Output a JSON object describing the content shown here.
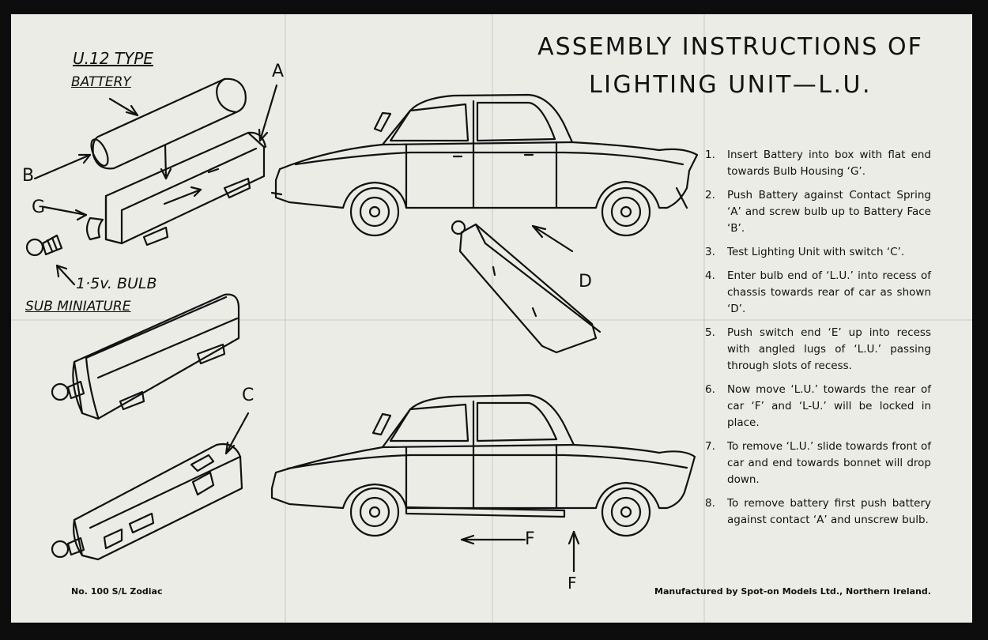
{
  "title_line1": "ASSEMBLY INSTRUCTIONS OF",
  "title_line2": "LIGHTING UNIT—L.U.",
  "labels": {
    "battery_type": "U.12 TYPE",
    "battery": "BATTERY",
    "bulb_voltage": "1·5v. BULB",
    "bulb_type": "SUB MINIATURE",
    "a": "A",
    "b": "B",
    "g": "G",
    "c": "C",
    "d": "D",
    "f1": "F",
    "f2": "F"
  },
  "steps": [
    {
      "num": "1.",
      "text": "Insert Battery into box with flat end towards Bulb Housing ‘G’."
    },
    {
      "num": "2.",
      "text": "Push Battery against Contact Spring ‘A’ and screw bulb up to Battery Face ‘B’."
    },
    {
      "num": "3.",
      "text": "Test Lighting Unit with switch ‘C’."
    },
    {
      "num": "4.",
      "text": "Enter bulb end of ‘L.U.’ into recess of chassis towards rear of car as shown ‘D’."
    },
    {
      "num": "5.",
      "text": "Push switch end ‘E’ up into recess with angled lugs of ‘L.U.’ passing through slots of recess."
    },
    {
      "num": "6.",
      "text": "Now move ‘L.U.’ towards the rear of car ‘F’ and ‘L-U.’ will be locked in place."
    },
    {
      "num": "7.",
      "text": "To remove ‘L.U.’ slide towards front of car and end towards bonnet will drop down."
    },
    {
      "num": "8.",
      "text": "To remove battery first push battery against contact ‘A’ and unscrew bulb."
    }
  ],
  "footer_left": "No. 100 S/L Zodiac",
  "footer_right": "Manufactured by Spot-on Models Ltd., Northern Ireland.",
  "colors": {
    "paper": "#ecece6",
    "ink": "#111111",
    "background": "#0d0d0d"
  }
}
